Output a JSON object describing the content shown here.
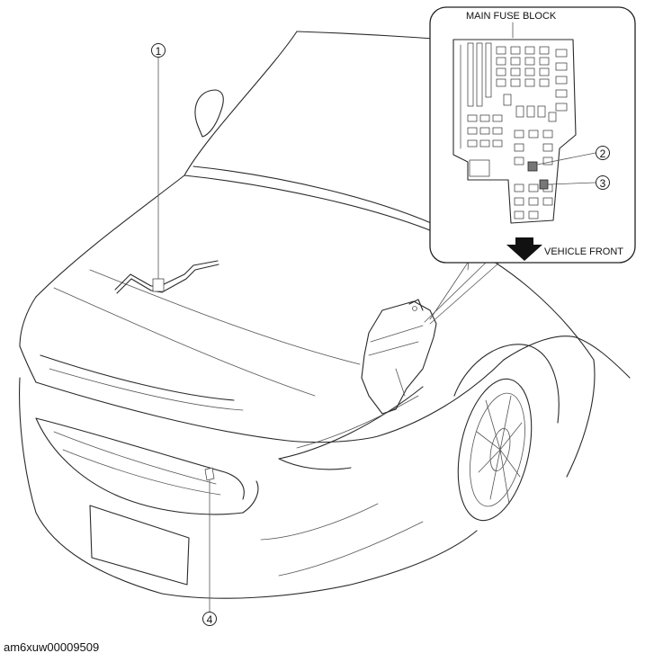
{
  "inset": {
    "title": "MAIN FUSE BLOCK",
    "direction_label": "VEHICLE FRONT"
  },
  "callouts": [
    "1",
    "2",
    "3",
    "4"
  ],
  "figure_id": "am6xuw00009509"
}
